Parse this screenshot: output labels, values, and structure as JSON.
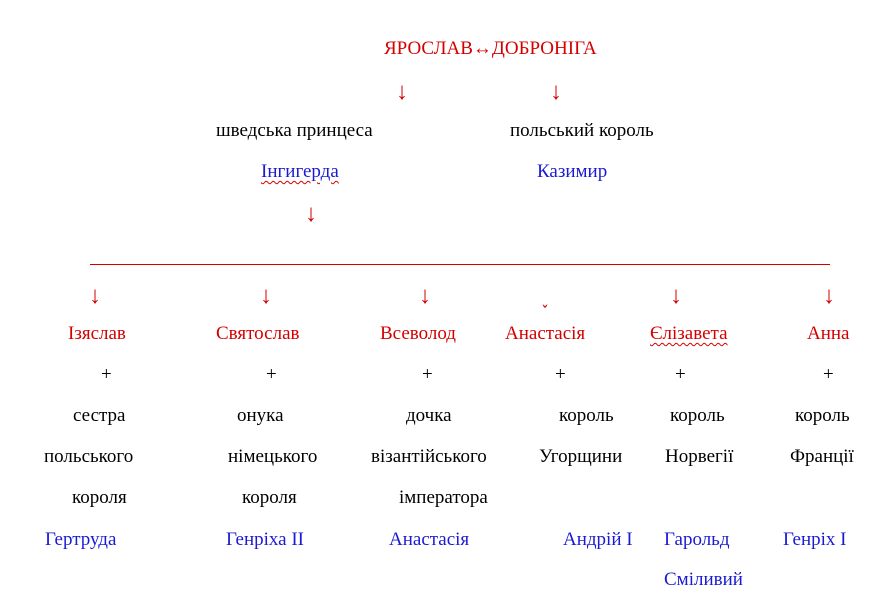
{
  "root": {
    "couple": "ЯРОСЛАВ↔ДОБРОНІГА",
    "arrow_left": "↓",
    "arrow_right": "↓"
  },
  "level2": {
    "left_title": "шведська принцеса",
    "left_name": "Інгигерда",
    "right_title": "польський  король",
    "right_name": "Казимир",
    "arrow_down": "↓"
  },
  "children": [
    {
      "arrow": "↓",
      "name": "Ізяслав",
      "plus": "+",
      "spouse_lines": [
        "сестра",
        "польського",
        "короля"
      ],
      "spouse_name": [
        "Гертруда"
      ]
    },
    {
      "arrow": "↓",
      "name": "Святослав",
      "plus": "+",
      "spouse_lines": [
        "онука",
        "німецького",
        "короля"
      ],
      "spouse_name": [
        "Генріха ІІ"
      ]
    },
    {
      "arrow": "↓",
      "name": "Всеволод",
      "plus": "+",
      "spouse_lines": [
        "дочка",
        "візантійського",
        "імператора"
      ],
      "spouse_name": [
        "Анастасія"
      ]
    },
    {
      "arrow": "˯",
      "name": "Анастасія",
      "plus": "+",
      "spouse_lines": [
        "король",
        "Угорщини"
      ],
      "spouse_name": [
        "Андрій І"
      ]
    },
    {
      "arrow": "↓",
      "name": "Єлізавета",
      "plus": "+",
      "spouse_lines": [
        "король",
        "Норвегії"
      ],
      "spouse_name": [
        "Гарольд",
        "Сміливий"
      ]
    },
    {
      "arrow": "↓",
      "name": "Анна",
      "plus": "+",
      "spouse_lines": [
        "король",
        "Франції"
      ],
      "spouse_name": [
        "Генріх І"
      ]
    }
  ],
  "colors": {
    "red": "#d40000",
    "blue": "#1a1ad4",
    "black": "#000000"
  }
}
